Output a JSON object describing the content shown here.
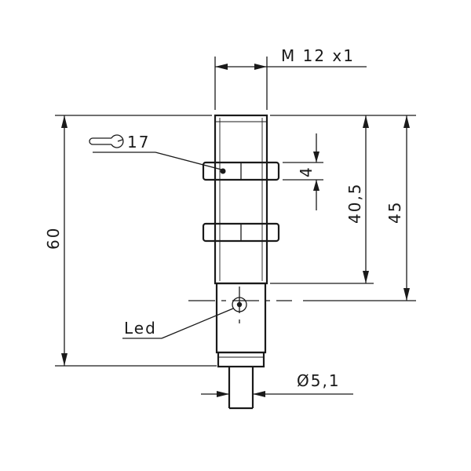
{
  "dimensions": {
    "thread": "M 12 x1",
    "total_length": "60",
    "thread_length": "45",
    "sensing_length": "40,5",
    "nut_thickness": "4",
    "cable_diameter": "Ø5,1",
    "wrench_size": "17"
  },
  "labels": {
    "led": "Led"
  },
  "icons": {
    "wrench": "wrench-icon"
  }
}
